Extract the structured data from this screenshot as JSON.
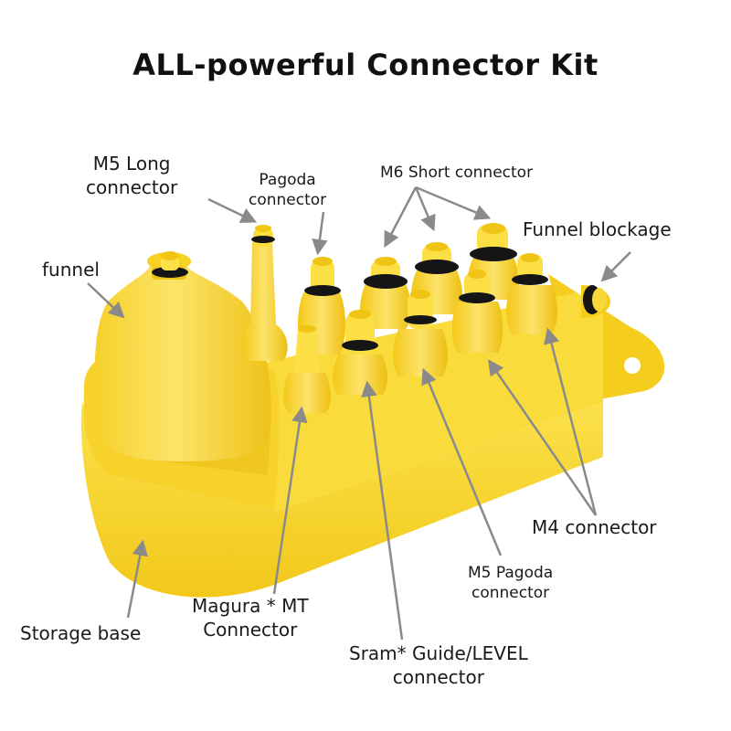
{
  "title": "ALL-powerful Connector Kit",
  "labels": {
    "m5_long_l1": "M5 Long",
    "m5_long_l2": "connector",
    "pagoda_l1": "Pagoda",
    "pagoda_l2": "connector",
    "m6_short": "M6 Short connector",
    "funnel_blockage": "Funnel blockage",
    "funnel": "funnel",
    "m4": "M4 connector",
    "m5_pagoda_l1": "M5 Pagoda",
    "m5_pagoda_l2": "connector",
    "magura_l1": "Magura * MT",
    "magura_l2": "Connector",
    "storage_base": "Storage base",
    "sram_l1": "Sram* Guide/LEVEL",
    "sram_l2": "connector"
  },
  "colors": {
    "plastic": "#F7D21F",
    "plastic_light": "#FBE45C",
    "plastic_shadow": "#E2B70E",
    "oring": "#151515",
    "arrow": "#8a8a8a"
  }
}
